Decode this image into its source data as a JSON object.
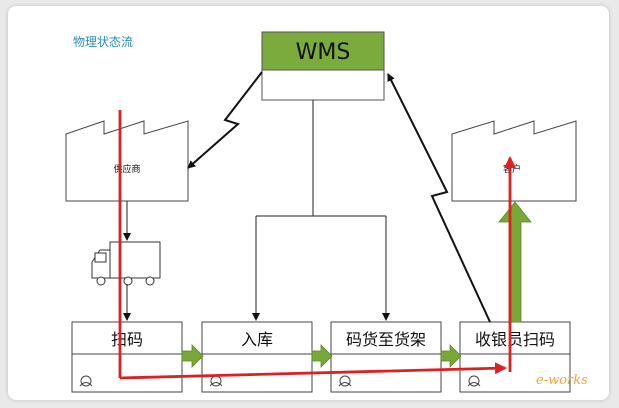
{
  "title": "物理状态流",
  "wms": {
    "label": "WMS"
  },
  "supplier": {
    "label": "供应商"
  },
  "customer": {
    "label": "客户"
  },
  "steps": [
    {
      "label": "扫码"
    },
    {
      "label": "入库"
    },
    {
      "label": "码货至货架"
    },
    {
      "label": "收银员扫码"
    }
  ],
  "watermark": "e-works",
  "colors": {
    "wms_fill": "#7cab3d",
    "flow_red": "#e02020",
    "arrow_green": "#78a83a",
    "title_blue": "#2a8fc4"
  }
}
